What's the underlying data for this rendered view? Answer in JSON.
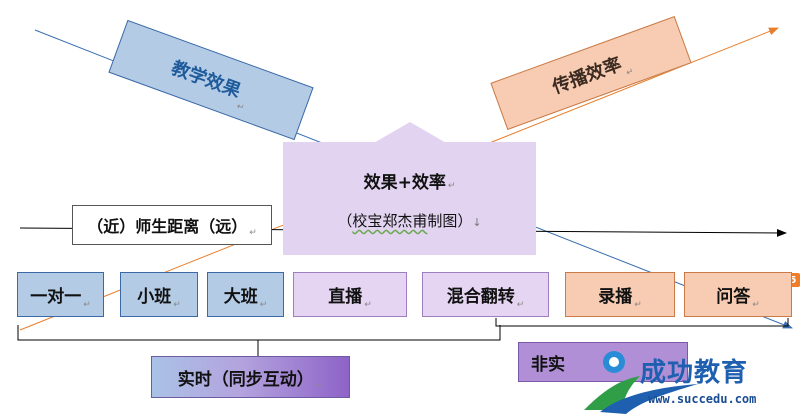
{
  "labels": {
    "teaching_quality": "教学效果",
    "dissemination_efficiency": "传播效率",
    "center_title": "效果+效率",
    "center_subtitle_open": "（",
    "center_subtitle_author": "校宝郑杰甫",
    "center_subtitle_rest": "制图）",
    "teacher_student_distance": "（近）师生距离（远）",
    "realtime": "实时（同步互动）",
    "non_realtime": "非实",
    "logo": "成功教育",
    "logo_url": "www.succedu.com"
  },
  "marks": {
    "paragraph": "↵",
    "line_break": "↓"
  },
  "formats": [
    {
      "key": "one_on_one",
      "label": "一对一",
      "group": "blue"
    },
    {
      "key": "small_class",
      "label": "小班",
      "group": "blue"
    },
    {
      "key": "large_class",
      "label": "大班",
      "group": "blue"
    },
    {
      "key": "live",
      "label": "直播",
      "group": "lilac"
    },
    {
      "key": "blended_flipped",
      "label": "混合翻转",
      "group": "lilac"
    },
    {
      "key": "recorded",
      "label": "录播",
      "group": "peach"
    },
    {
      "key": "qa",
      "label": "问答",
      "group": "peach"
    }
  ],
  "colors": {
    "blue_fill": "#b4cbe6",
    "lilac_fill": "#e5d5f3",
    "peach_fill": "#f7ccb2",
    "quality_line": "#3a6fb0",
    "efficiency_line": "#e87e2c",
    "axis": "#000000"
  }
}
